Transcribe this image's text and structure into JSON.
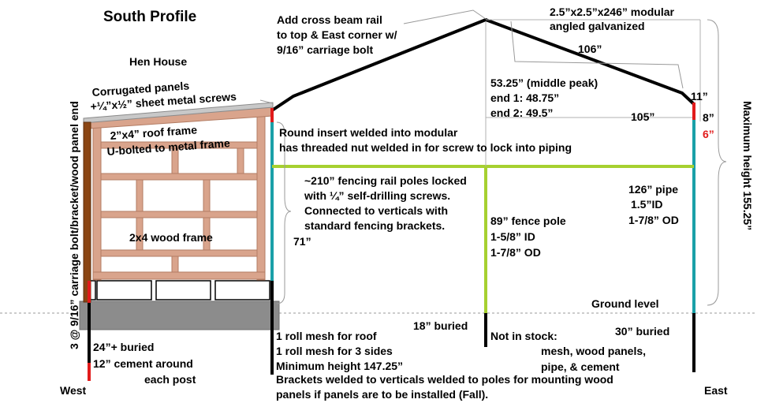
{
  "title": "South Profile",
  "labels": {
    "hen_house": "Hen House",
    "corrugated_1": "Corrugated panels",
    "corrugated_2": "+¼”x½” sheet metal screws",
    "roof_frame_1": "2”x4” roof frame",
    "roof_frame_2": "U-bolted to metal frame",
    "wood_frame": "2x4 wood frame",
    "carriage_bolt": "3 @ 9/16” carriage bolt/bracket/wood panel end",
    "cross_beam_1": "Add cross beam rail",
    "cross_beam_2": "to top & East corner w/",
    "cross_beam_3": "9/16” carriage bolt",
    "modular_1": "2.5”x2.5”x246” modular",
    "modular_2": "angled galvanized",
    "dim_106": "106”",
    "peak_1": "53.25” (middle peak)",
    "peak_2": "end 1: 48.75”",
    "peak_3": "end 2: 49.5”",
    "dim_105": "105”",
    "dim_11": "11”",
    "dim_8": "8”",
    "dim_6": "6”",
    "insert_1": "Round insert welded into modular",
    "insert_2": "has threaded nut welded in for screw to lock into piping",
    "fencing_1": "~210” fencing rail poles locked",
    "fencing_2": "with ¼” self-drilling screws.",
    "fencing_3": "Connected to verticals with",
    "fencing_4": "standard fencing brackets.",
    "dim_71": "71”",
    "pipe_1": "126” pipe",
    "pipe_2": "1.5”ID",
    "pipe_3": "1-7/8” OD",
    "fence_pole_1": "89” fence pole",
    "fence_pole_2": "1-5/8” ID",
    "fence_pole_3": "1-7/8” OD",
    "max_height": "Maximum height 155.25”",
    "ground_level": "Ground level",
    "buried_18": "18” buried",
    "buried_30": "30” buried",
    "buried_24": "24”+ buried",
    "cement_1": "12” cement around",
    "cement_2": "each post",
    "mesh_1": "1 roll mesh for roof",
    "mesh_2": "1 roll mesh for 3 sides",
    "min_height": "Minimum height 147.25”",
    "brackets_1": "Brackets welded to verticals welded to poles for mounting wood",
    "brackets_2": "panels if panels are to be installed (Fall).",
    "not_stock_1": "Not in stock:",
    "not_stock_2": "mesh, wood panels,",
    "not_stock_3": "pipe, & cement",
    "west": "West",
    "east": "East"
  },
  "colors": {
    "wood": "#d9a48c",
    "wood_stroke": "#b37c63",
    "post_brown": "#8b4513",
    "corrugated": "#c8c8c8",
    "teal": "#1aa0a8",
    "green": "#a6d030",
    "red": "#e11b1b",
    "foundation": "#8c8c8c",
    "guide": "#b0b0b0",
    "black": "#000000"
  }
}
